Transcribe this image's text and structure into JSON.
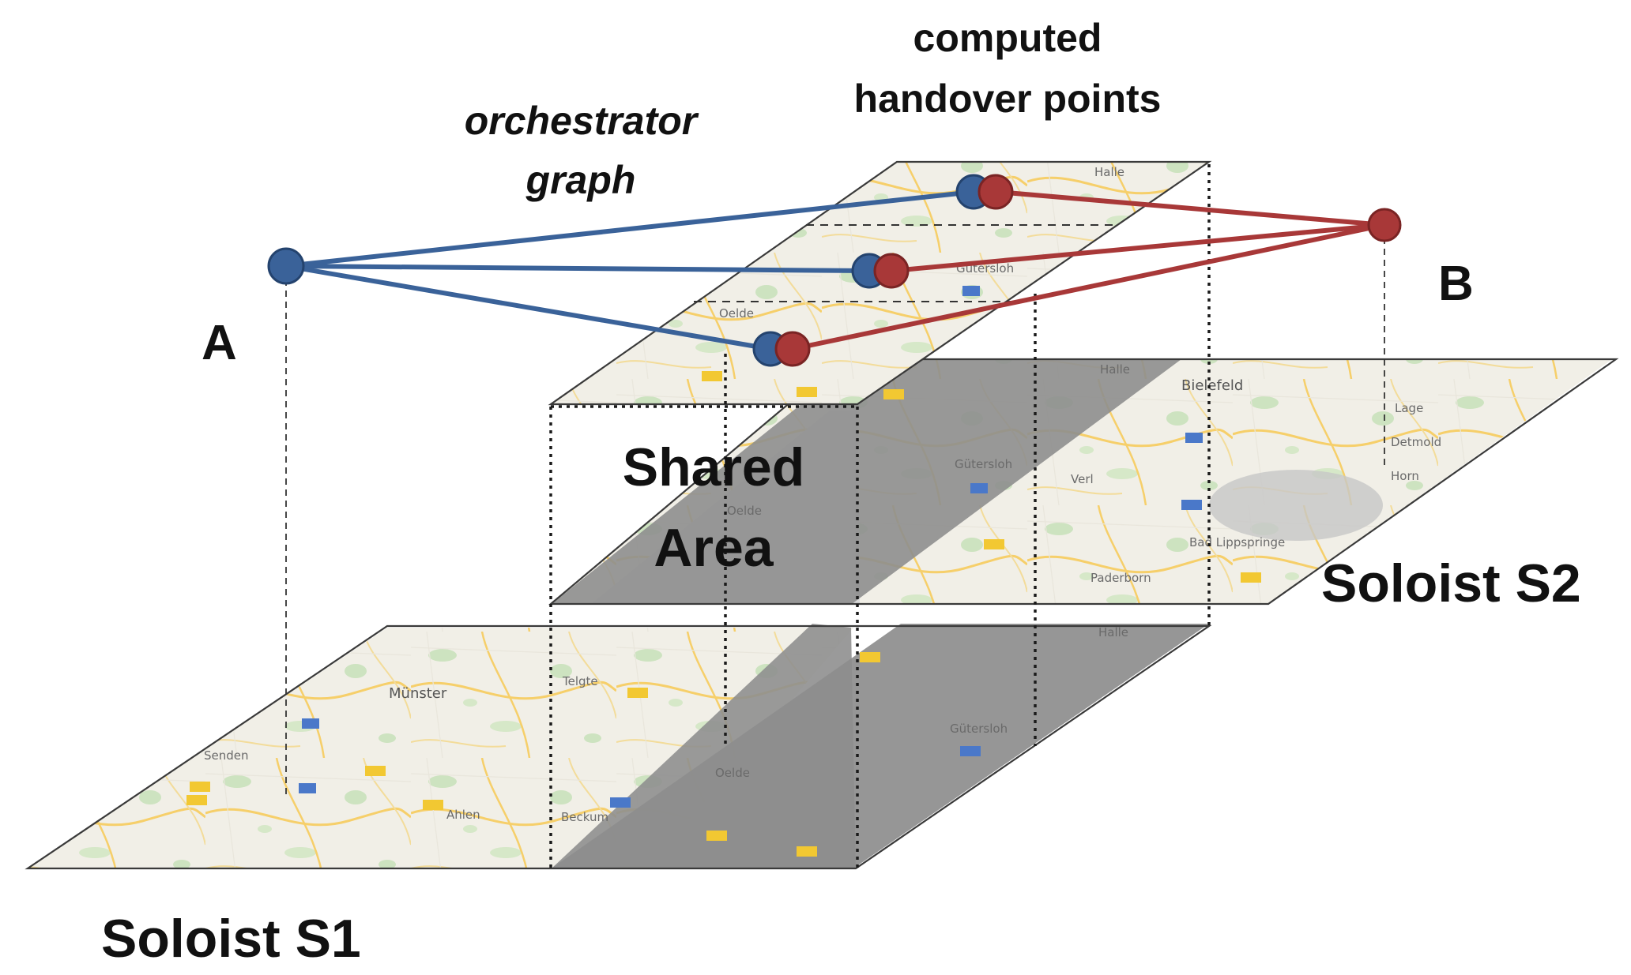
{
  "labels": {
    "node_a": "A",
    "node_b": "B",
    "orchestrator_line1": "orchestrator",
    "orchestrator_line2": "graph",
    "handover_line1": "computed",
    "handover_line2": "handover points",
    "shared_line1": "Shared",
    "shared_line2": "Area",
    "soloist_s1": "Soloist S1",
    "soloist_s2": "Soloist S2"
  },
  "map_labels": {
    "bottom": [
      "Münster",
      "Senden",
      "Telgte",
      "Ahlen",
      "Beckum",
      "Oelde",
      "Gütersloh",
      "Halle"
    ],
    "middle": [
      "Halle",
      "Bielefeld",
      "Gütersloh",
      "Verl",
      "Lage",
      "Detmold",
      "Horn",
      "Bad Lippspringe",
      "Paderborn",
      "Oelde"
    ],
    "top": [
      "Halle",
      "Gütersloh",
      "Oelde"
    ]
  },
  "colors": {
    "blue": "#3a6299",
    "red": "#a83838",
    "shared_dark": "#8f8f8f",
    "map_bg": "#f1efe7",
    "road": "#f6cf6a",
    "green": "#cde3c0",
    "shield_yellow": "#f2c832",
    "shield_blue": "#4a78c9",
    "outline": "#3a3a3a"
  }
}
